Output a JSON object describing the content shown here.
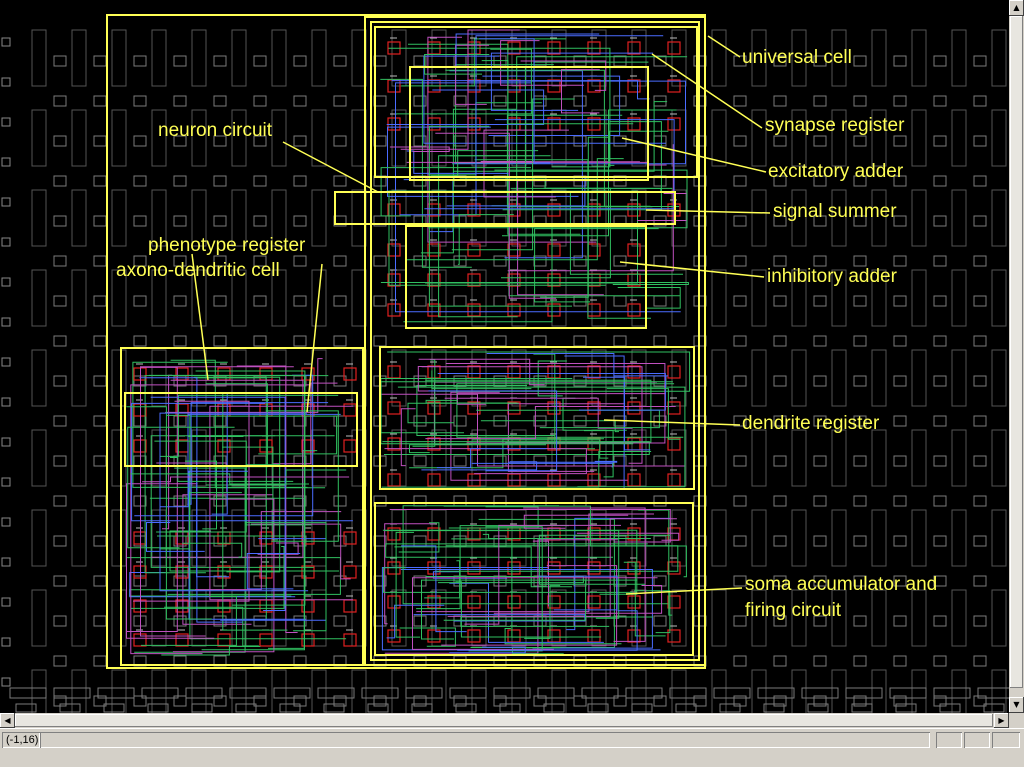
{
  "status": {
    "coordinate": "(-1,16)"
  },
  "labels": {
    "universal_cell": "universal cell",
    "synapse_register": "synapse register",
    "excitatory_adder": "excitatory adder",
    "signal_summer": "signal summer",
    "inhibitory_adder": "inhibitory adder",
    "neuron_circuit": "neuron circuit",
    "phenotype_register": "phenotype register",
    "axono_dendritic_cell": "axono-dendritic cell",
    "dendrite_register": "dendrite register",
    "soma_line1": "soma accumulator and",
    "soma_line2": "firing circuit"
  },
  "colors": {
    "background": "#000000",
    "annotation": "#ffff55",
    "grid": "#7a7a7a",
    "pad": "#e02020",
    "wire_green": "#30c060",
    "wire_blue": "#4a6cff",
    "wire_magenta": "#c050c0"
  },
  "icons": {
    "scroll_up": "arrow-up",
    "scroll_down": "arrow-down",
    "scroll_left": "arrow-left",
    "scroll_right": "arrow-right"
  }
}
